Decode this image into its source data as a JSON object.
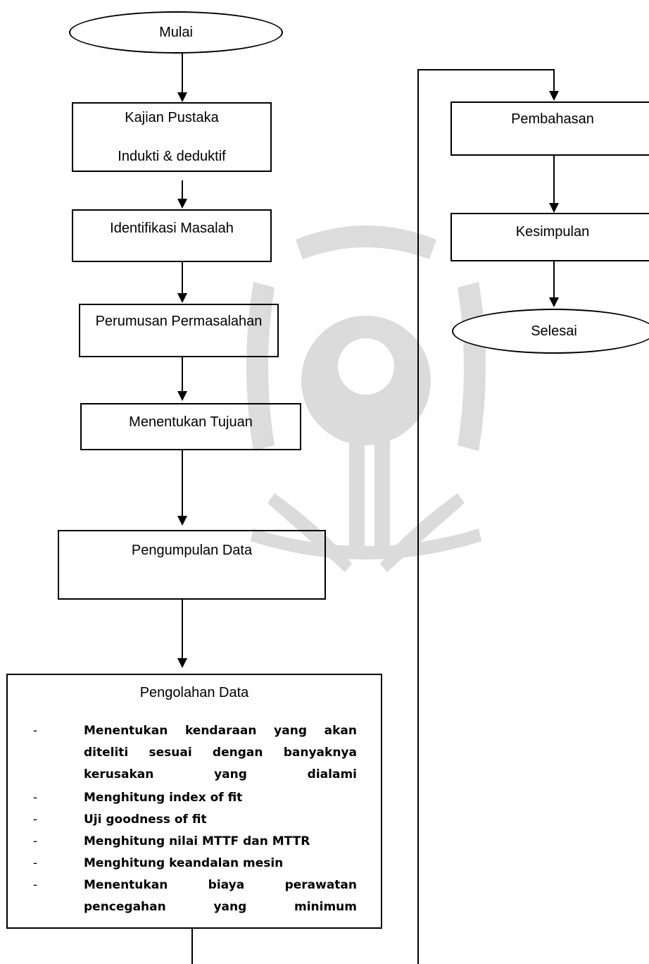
{
  "flow": {
    "start": "Mulai",
    "kajian_line1": "Kajian Pustaka",
    "kajian_line2": "Indukti & deduktif",
    "identifikasi": "Identifikasi Masalah",
    "perumusan": "Perumusan Permasalahan",
    "tujuan": "Menentukan Tujuan",
    "pengumpulan": "Pengumpulan Data",
    "pengolahan": {
      "title": "Pengolahan Data",
      "bullet": "-",
      "steps": [
        "Menentukan kendaraan yang akan diteliti sesuai dengan banyaknya kerusakan yang dialami",
        "Menghitung index of fit",
        "Uji goodness of fit",
        "Menghitung nilai MTTF dan MTTR",
        "Menghitung keandalan mesin",
        "Menentukan biaya perawatan pencegahan yang minimum"
      ]
    },
    "pembahasan": "Pembahasan",
    "kesimpulan": "Kesimpulan",
    "end": "Selesai"
  }
}
